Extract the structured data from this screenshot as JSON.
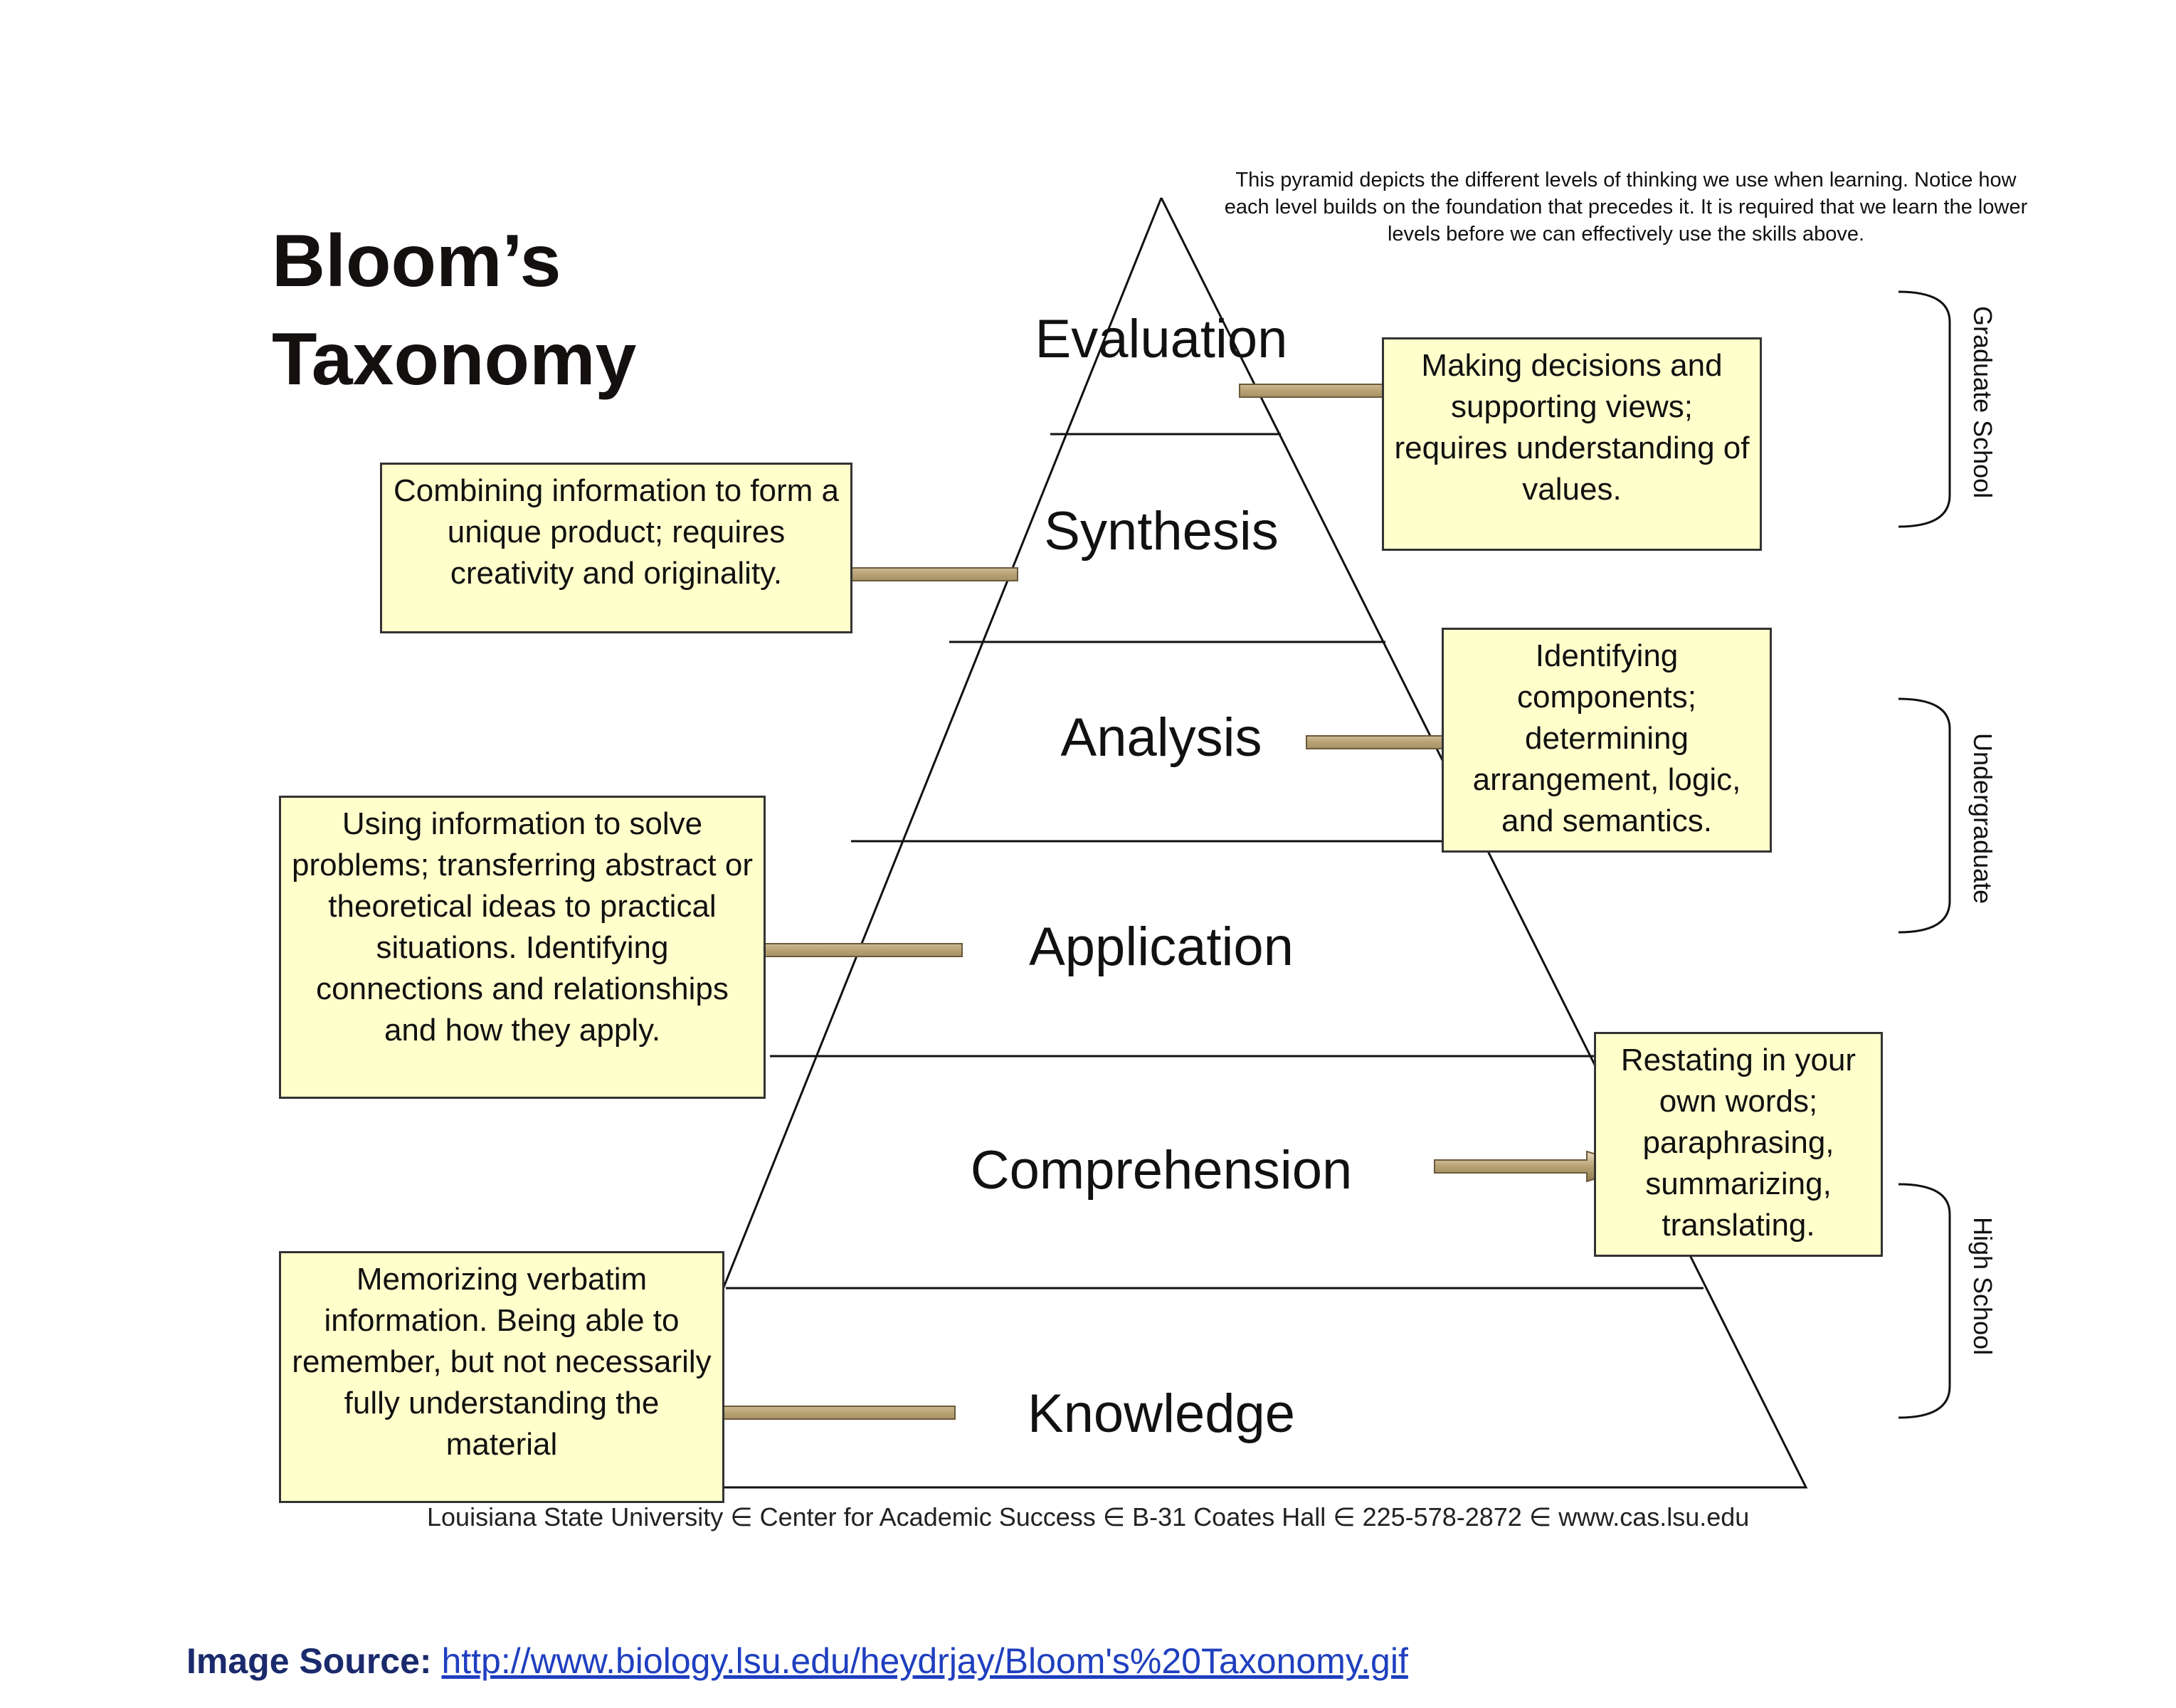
{
  "title": {
    "line1": "Bloom’s",
    "line2": "Taxonomy"
  },
  "intro": "This pyramid depicts the different levels of thinking we use when learning. Notice how each level builds on the foundation that precedes it. It is required that we learn the lower levels before we can effectively use the skills above.",
  "levels": [
    {
      "name": "Evaluation",
      "description": "Making decisions and supporting views; requires understanding of values."
    },
    {
      "name": "Synthesis",
      "description": "Combining information to form a unique product; requires creativity and originality."
    },
    {
      "name": "Analysis",
      "description": "Identifying components; determining arrangement, logic, and semantics."
    },
    {
      "name": "Application",
      "description": "Using information to solve problems; transferring abstract or theoretical ideas to practical situations. Identifying connections and relationships and how they apply."
    },
    {
      "name": "Comprehension",
      "description": "Restating in your own words; paraphrasing, summarizing, translating."
    },
    {
      "name": "Knowledge",
      "description": "Memorizing verbatim information. Being able to remember, but not necessarily fully understanding the material"
    }
  ],
  "brackets": [
    "Graduate School",
    "Undergraduate",
    "High School"
  ],
  "footer": "Louisiana State University ∈ Center for Academic Success ∈ B-31 Coates Hall ∈ 225-578-2872 ∈ www.cas.lsu.edu",
  "source": {
    "label": "Image Source:",
    "url": "http://www.biology.lsu.edu/heydrjay/Bloom's%20Taxonomy.gif"
  },
  "colors": {
    "box_fill": "#ffffcc",
    "arrow_fill": "#c8b48c",
    "line": "#111111"
  }
}
